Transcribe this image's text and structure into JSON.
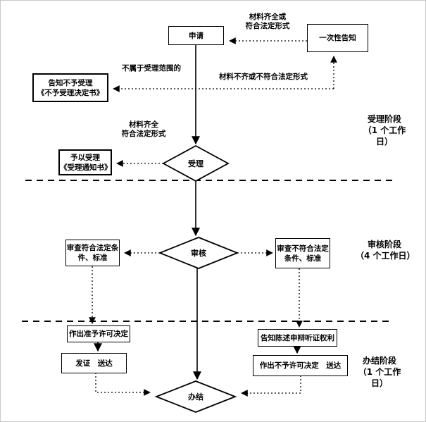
{
  "nodes": {
    "apply": "申请",
    "one_time_notice": "一次性告知",
    "notify_reject": "告知不予受理\n《不予受理决定书》",
    "accept": "受理",
    "accept_notice": "予以受理\n《受理通知书》",
    "review": "审核",
    "review_pass": "审查符合法定条\n件、标准",
    "review_fail": "审查不符合法定\n条件、标准",
    "grant_decision": "作出准予许可决定",
    "issue_deliver": "发证　送达",
    "notify_rights": "告知陈述申辩听证权利",
    "deny_deliver": "作出不予许可决定　送达",
    "finish": "办结"
  },
  "edge_labels": {
    "materials_complete_or_legal": "材料齐全或\n符合法定形式",
    "not_in_scope": "不属于受理范围的",
    "materials_incomplete": "材料不齐或不符合法定形式",
    "materials_complete": "材料齐全\n符合法定形式"
  },
  "phase_labels": {
    "accept_phase": "受理阶段\n（1 个工作\n日）",
    "review_phase": "审核阶段\n（4 个工作日）",
    "finish_phase": "办结阶段\n（1 个工作\n日）"
  }
}
